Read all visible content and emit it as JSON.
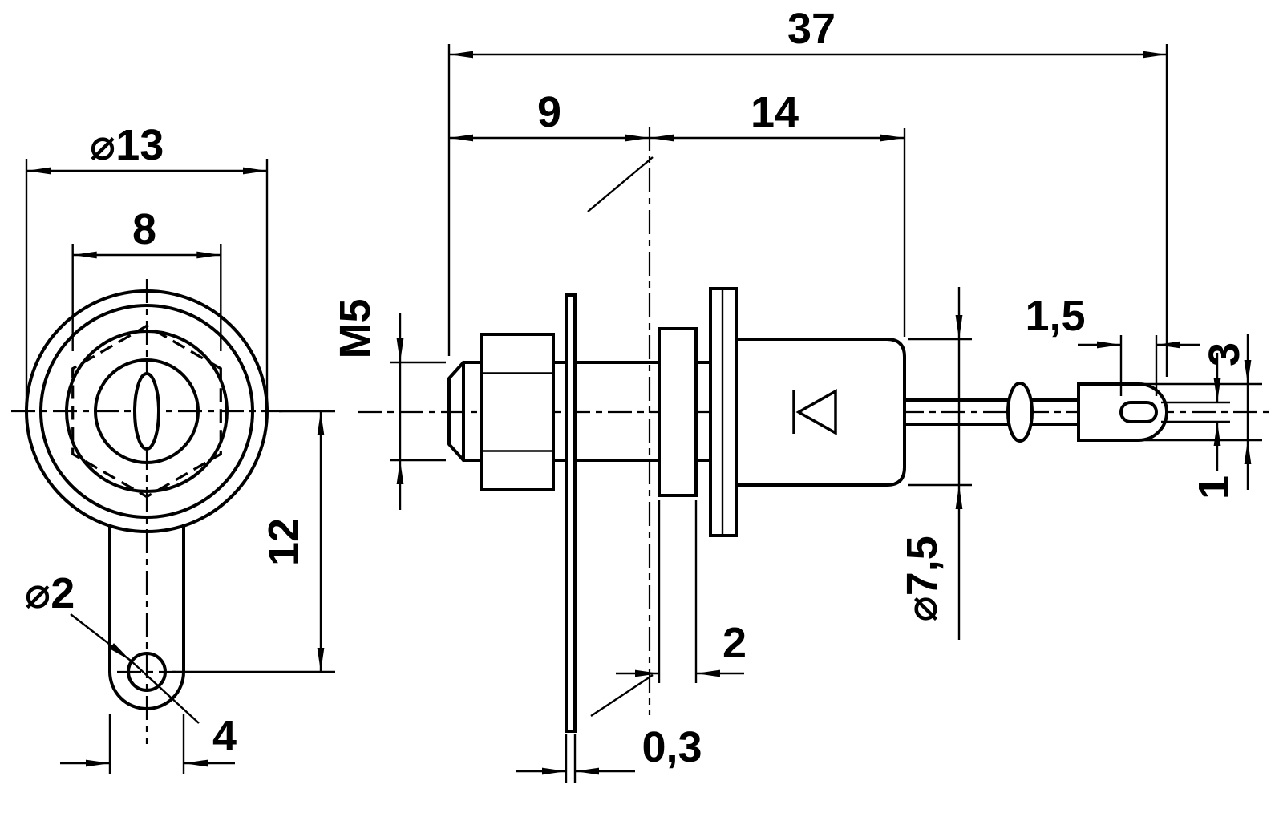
{
  "drawing": {
    "background": "#ffffff",
    "line_color": "#000000",
    "labels": {
      "total_length": "37",
      "stud_side_length": "9",
      "body_length": "14",
      "thread_size": "M5",
      "terminal_hole_length": "1,5",
      "terminal_width": "3",
      "terminal_hole_width": "1",
      "body_diameter": "⌀7,5",
      "washer_thickness": "2",
      "lug_plate_thickness": "0,3",
      "flange_diameter": "⌀13",
      "nut_across_flats": "8",
      "lug_hole_distance": "12",
      "lug_hole_diameter": "⌀2",
      "lug_tab_width": "4"
    }
  }
}
